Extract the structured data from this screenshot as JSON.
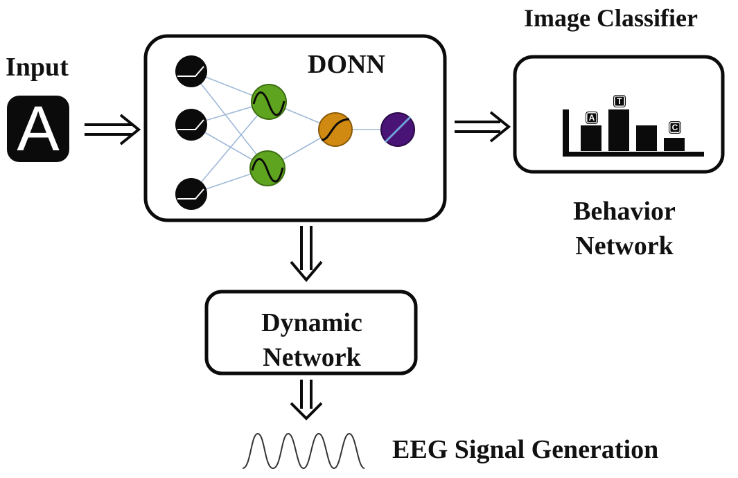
{
  "labels": {
    "input": "Input",
    "donn": "DONN",
    "image_classifier": "Image Classifier",
    "behavior_line1": "Behavior",
    "behavior_line2": "Network",
    "dynamic_line1": "Dynamic",
    "dynamic_line2": "Network",
    "eeg": "EEG Signal Generation"
  },
  "input_glyph": "A",
  "classifier": {
    "bar_tags": [
      "A",
      "T",
      "C"
    ]
  },
  "network": {
    "layers": [
      {
        "icon": "ramp-activation-icon",
        "count": 3,
        "color": "#0b0b0b"
      },
      {
        "icon": "sine-activation-icon",
        "count": 2,
        "color": "#5fa41f"
      },
      {
        "icon": "sigmoid-activation-icon",
        "count": 1,
        "color": "#d08a12"
      },
      {
        "icon": "linear-activation-icon",
        "count": 1,
        "color": "#4a1477"
      }
    ],
    "edge_color": "#9fb8d8"
  },
  "colors": {
    "stroke": "#0b0b0b",
    "background": "#ffffff"
  }
}
